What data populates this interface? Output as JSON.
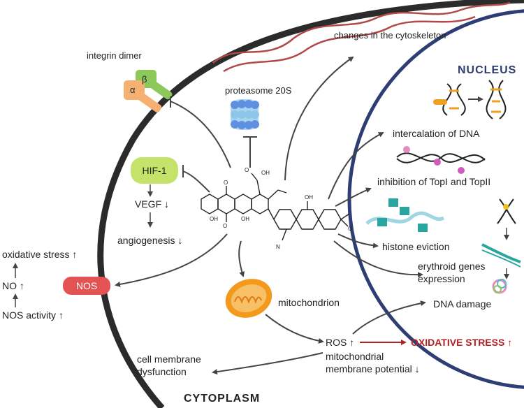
{
  "colors": {
    "cell_membrane": "#2b2b2b",
    "nucleus_membrane": "#2e3d74",
    "arrow": "#444444",
    "hif_fill": "#c5e36b",
    "nos_fill": "#e35353",
    "oxidative_stress": "#b32222",
    "cytoskeleton": "#b04a4a",
    "proteasome": "#5e8fe0",
    "mitochondrion": "#f39a1e",
    "dna_orange": "#f0a020",
    "dna_teal": "#2aa5a0",
    "histone": "#5ab8c8"
  },
  "labels": {
    "nucleus": "NUCLEUS",
    "cytoplasm": "CYTOPLASM",
    "cytoskeleton": "changes in the cytoskeleton",
    "integrin": "integrin dimer",
    "beta": "β",
    "alpha": "α",
    "proteasome": "proteasome 20S",
    "hif1": "HIF-1",
    "vegf": "VEGF ↓",
    "angiogenesis": "angiogenesis ↓",
    "nos": "NOS",
    "oxidative_stress_left": "oxidative stress ↑",
    "no": "NO ↑",
    "nos_activity": "NOS activity ↑",
    "intercalation": "intercalation of DNA",
    "inhibition_topo": "inhibition of TopI and TopII",
    "histone": "histone eviction",
    "erythroid_1": "erythroid genes",
    "erythroid_2": "expression",
    "dna_damage": "DNA damage",
    "mitochondrion": "mitochondrion",
    "ros": "ROS ↑",
    "oxidative_stress": "OXIDATIVE STRESS ↑",
    "mito_potential_1": "mitochondrial",
    "mito_potential_2": "membrane potential ↓",
    "cell_membrane_1": "cell membrane",
    "cell_membrane_2": "dysfunction"
  }
}
